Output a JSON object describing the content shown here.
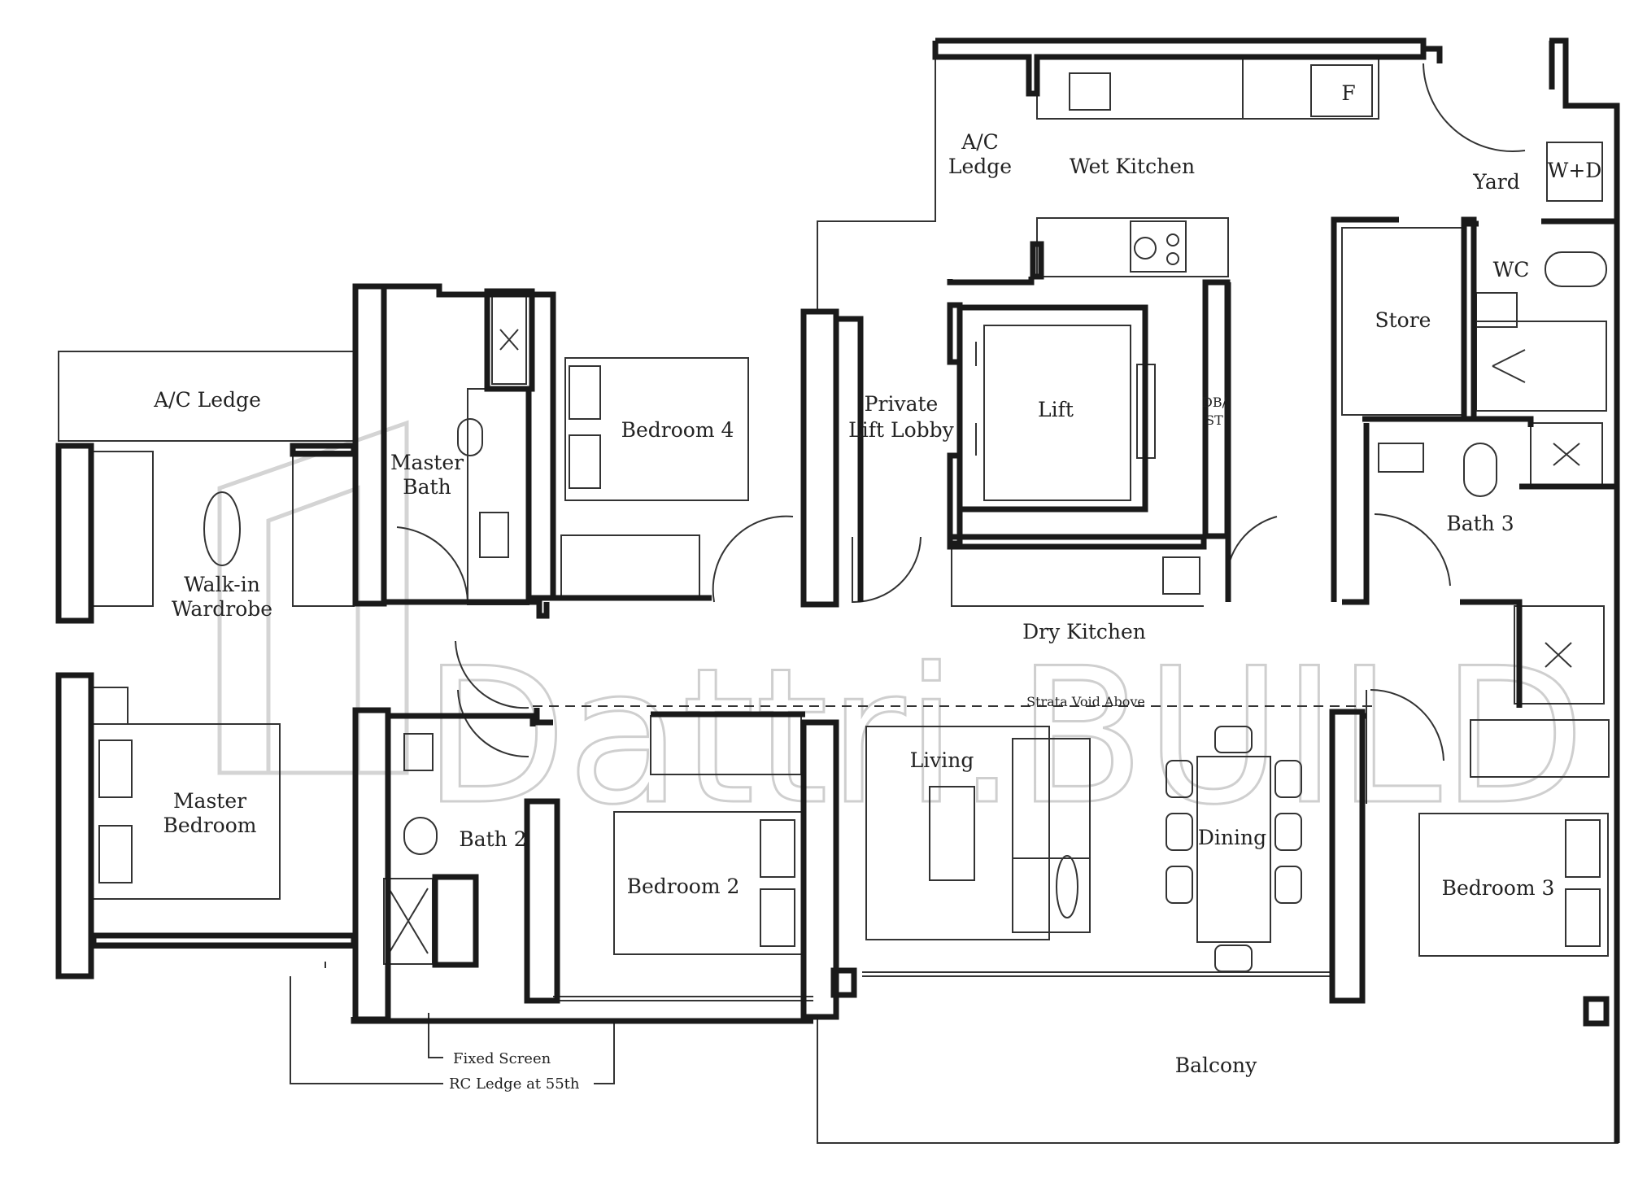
{
  "rooms": {
    "ac_ledge_left": "A/C Ledge",
    "walk_in_wardrobe_1": "Walk-in",
    "walk_in_wardrobe_2": "Wardrobe",
    "master_bath_1": "Master",
    "master_bath_2": "Bath",
    "bedroom_4": "Bedroom 4",
    "private_lift_lobby_1": "Private",
    "private_lift_lobby_2": "Lift Lobby",
    "lift": "Lift",
    "db_st_1": "DB/",
    "db_st_2": "ST",
    "ac_ledge_top_1": "A/C",
    "ac_ledge_top_2": "Ledge",
    "wet_kitchen": "Wet Kitchen",
    "fridge": "F",
    "yard": "Yard",
    "washer_dryer": "W+D",
    "wc": "WC",
    "store": "Store",
    "bath_3": "Bath 3",
    "dry_kitchen": "Dry Kitchen",
    "master_bedroom_1": "Master",
    "master_bedroom_2": "Bedroom",
    "bath_2": "Bath 2",
    "bedroom_2": "Bedroom 2",
    "living": "Living",
    "dining": "Dining",
    "bedroom_3": "Bedroom 3",
    "balcony": "Balcony"
  },
  "annotations": {
    "strata_void": "Strata Void Above",
    "fixed_screen": "Fixed Screen",
    "rc_ledge": "RC Ledge at 55th"
  },
  "watermark": "Dattri.BUILD",
  "colors": {
    "wall": "#1a1a1a",
    "line": "#333333",
    "watermark": "#cfcfcf"
  }
}
